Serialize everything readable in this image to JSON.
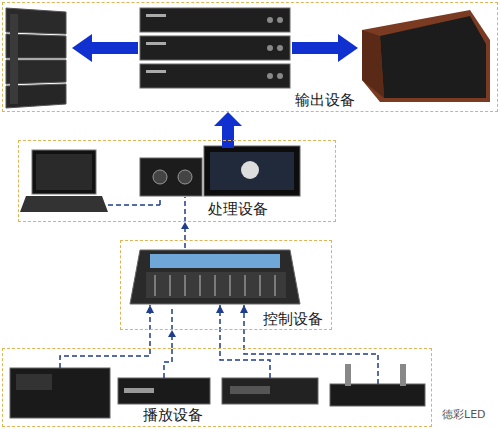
{
  "diagram": {
    "nodes": [
      {
        "text": [
          "输出设备"
        ]
      },
      {
        "text": [
          "处理设备"
        ]
      },
      {
        "text": [
          "控制设备"
        ]
      },
      {
        "text": [
          "播放设备"
        ]
      }
    ],
    "edges": [
      {
        "from": 1,
        "to": 0,
        "arrow": "to"
      },
      {
        "from": 2,
        "to": 1,
        "arrow": "to"
      },
      {
        "from": 3,
        "to": 2,
        "arrow": "to"
      }
    ],
    "labels": [
      "德彩LED"
    ]
  }
}
